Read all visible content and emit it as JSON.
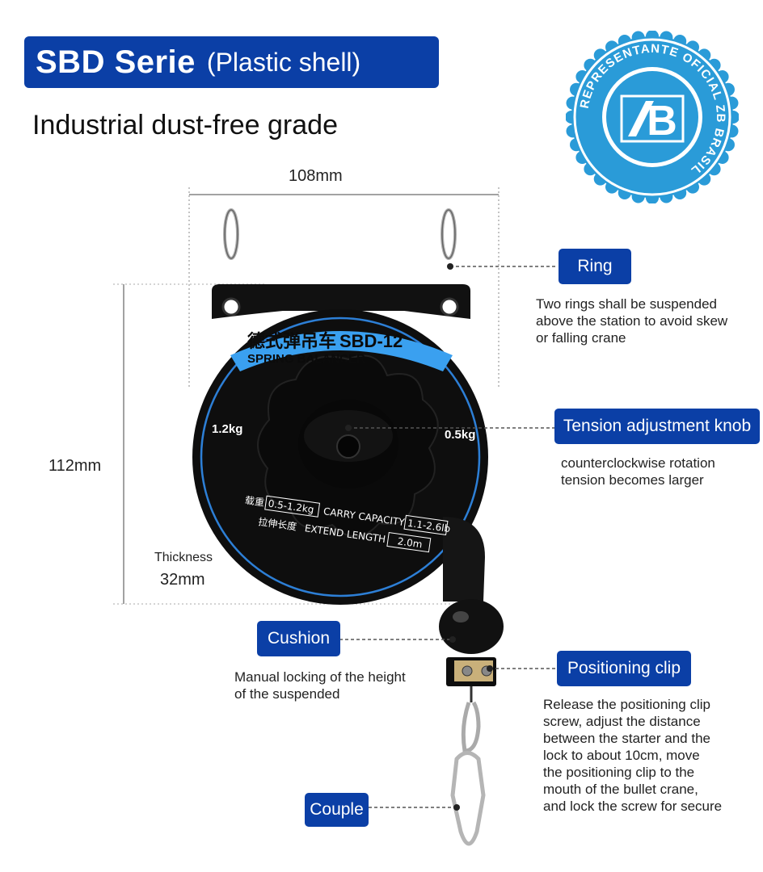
{
  "header": {
    "title_main": "SBD Serie",
    "title_sub": "(Plastic shell)",
    "subtitle": "Industrial dust-free grade"
  },
  "stamp": {
    "ring_text": "REPRESENTANTE OFICIAL ZB BRASIL",
    "logo": "ZB"
  },
  "dimensions": {
    "width": "108mm",
    "height": "112mm",
    "thickness_label": "Thickness",
    "thickness_value": "32mm"
  },
  "product_labels": {
    "brand_cn": "德式弹吊车",
    "model": "SBD-12",
    "name": "SPRING BALANCER",
    "min_load": "1.2kg",
    "max_load": "0.5kg",
    "carry_cn": "载重",
    "carry_kg": "0.5-1.2kg",
    "carry_en": "CARRY CAPACITY",
    "carry_lb": "1.1-2.6lb",
    "extend_cn": "拉伸长度",
    "extend_en": "EXTEND LENGTH",
    "extend_val": "2.0m"
  },
  "callouts": {
    "ring": {
      "label": "Ring",
      "desc": [
        "Two rings shall be suspended",
        "above the station to avoid skew",
        "or falling crane"
      ]
    },
    "knob": {
      "label": "Tension adjustment knob",
      "desc": [
        "counterclockwise rotation",
        "tension becomes larger"
      ]
    },
    "cushion": {
      "label": "Cushion",
      "desc": [
        "Manual locking of the height",
        "of the suspended"
      ]
    },
    "clip": {
      "label": "Positioning clip",
      "desc": [
        "Release the positioning clip",
        "screw, adjust the distance",
        "between the starter and the",
        "lock to about 10cm, move",
        "the positioning clip to the",
        "mouth of the bullet crane,",
        "and lock the screw for secure"
      ]
    },
    "couple": {
      "label": "Couple"
    }
  },
  "colors": {
    "brand_blue": "#0b3fa6",
    "stamp_blue": "#2a9bd8",
    "label_blue": "#3aa0f0"
  }
}
